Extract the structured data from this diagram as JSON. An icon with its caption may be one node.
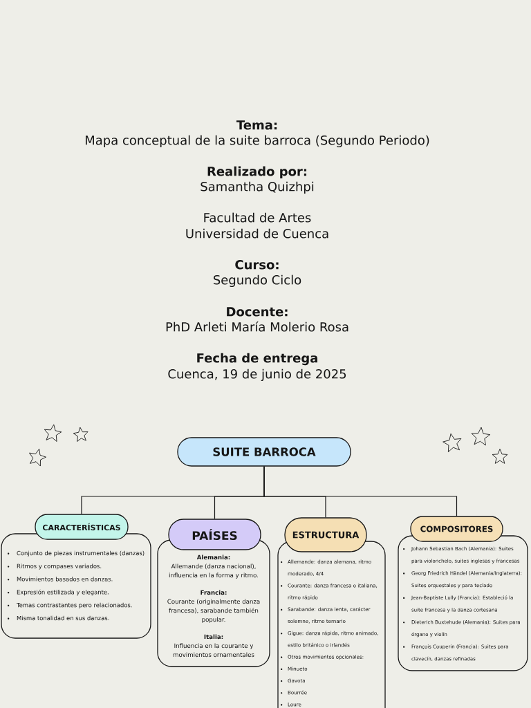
{
  "diagram": {
    "nodes": [
      {
        "text": [
          "SUITE BARROCA"
        ]
      },
      {
        "text": [
          "CARACTERÍSTICAS"
        ]
      },
      {
        "text": [
          "Conjunto de piezas instrumentales (danzas)",
          "Ritmos y compases variados.",
          "Movimientos basados en danzas.",
          "Expresión estilizada y elegante.",
          "Temas contrastantes pero relacionados.",
          "Misma tonalidad en sus danzas."
        ]
      },
      {
        "text": [
          "PAÍSES"
        ]
      },
      {
        "text": [
          "Alemania:",
          "Allemande (danza nacional), influencia en la forma y ritmo.",
          "Francia:",
          "Courante (originalmente danza francesa), sarabande también popular.",
          "Italia:",
          "Influencia en la courante y movimientos ornamentales"
        ]
      },
      {
        "text": [
          "ESTRUCTURA"
        ]
      },
      {
        "text": [
          "Allemande: danza alemana, ritmo moderado, 4/4",
          "Courante: danza francesa o italiana, ritmo rápido",
          "Sarabande: danza lenta, carácter solemne, ritmo ternario",
          "Gigue: danza rápida, ritmo animado, estilo británico o irlandés",
          "Otros movimientos opcionales:",
          "Minueto",
          "Gavota",
          "Bourrée",
          "Loure"
        ]
      },
      {
        "text": [
          "COMPOSITORES"
        ]
      },
      {
        "text": [
          "Johann Sebastian Bach (Alemania): Suites para violonchelo, suites inglesas y francesas",
          "Georg Friedrich Händel (Alemania/Inglaterra): Suites orquestales y para teclado",
          "Jean-Baptiste Lully (Francia): Estableció la suite francesa y la danza cortesana",
          "Dieterich Buxtehude (Alemania): Suites para órgano y violín",
          "François Couperin (Francia): Suites para clavecín, danzas refinadas"
        ]
      }
    ],
    "edges": [
      {
        "from": 0,
        "to": 1,
        "arrow": "none"
      },
      {
        "from": 0,
        "to": 3,
        "arrow": "none"
      },
      {
        "from": 0,
        "to": 5,
        "arrow": "none"
      },
      {
        "from": 0,
        "to": 7,
        "arrow": "none"
      }
    ],
    "labels": [
      "Tema:",
      "Mapa conceptual de la suite barroca (Segundo Periodo)",
      "Realizado por:",
      "Samantha Quizhpi",
      "Facultad de Artes",
      "Universidad de Cuenca",
      "Curso:",
      "Segundo Ciclo",
      "Docente:",
      "PhD Arleti María Molerio Rosa",
      "Fecha de entrega",
      "Cuenca, 19 de junio de 2025"
    ]
  }
}
